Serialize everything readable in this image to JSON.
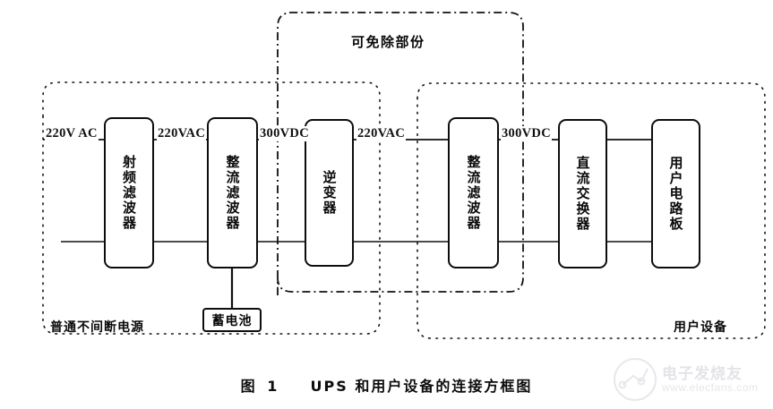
{
  "figure": {
    "caption_number": "图 1",
    "caption_text": "UPS 和用户设备的连接方框图"
  },
  "regions": [
    {
      "key": "ups",
      "label": "普通不间断电源"
    },
    {
      "key": "removable",
      "label": "可免除部份"
    },
    {
      "key": "user_equip",
      "label": "用户设备"
    }
  ],
  "blocks": [
    {
      "id": "rf-filter",
      "label": "射频滤波器"
    },
    {
      "id": "rectifier-filter-1",
      "label": "整流滤波器"
    },
    {
      "id": "inverter",
      "label": "逆变器"
    },
    {
      "id": "rectifier-filter-2",
      "label": "整流滤波器"
    },
    {
      "id": "dc-converter",
      "label": "直流交换器"
    },
    {
      "id": "user-board",
      "label": "用户电路板"
    }
  ],
  "battery": {
    "id": "battery",
    "label": "蓄电池"
  },
  "signal_labels": [
    {
      "id": "v-in",
      "text": "220V AC"
    },
    {
      "id": "v-after-rf",
      "text": "220VAC"
    },
    {
      "id": "v-dc-1",
      "text": "300VDC"
    },
    {
      "id": "v-ac-out",
      "text": "220VAC"
    },
    {
      "id": "v-dc-2",
      "text": "300VDC"
    }
  ],
  "watermark": {
    "brand": "电子发烧友",
    "url": "www.elecfans.com"
  },
  "colors": {
    "ink": "#0d0d0d",
    "paper": "#ffffff",
    "watermark": "#c9c9d2"
  }
}
